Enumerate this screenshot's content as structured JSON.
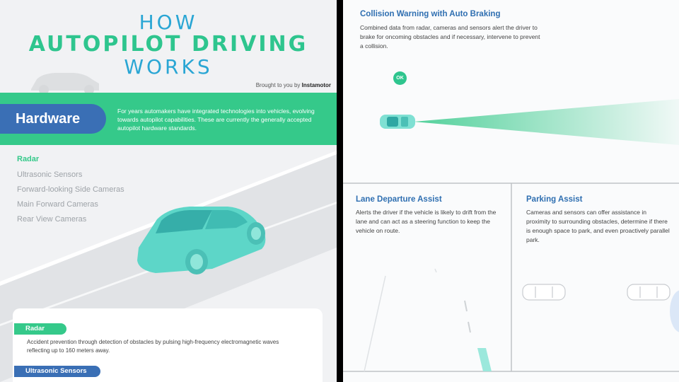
{
  "header": {
    "title_line1": "HOW",
    "title_line2": "AUTOPILOT DRIVING",
    "title_line3": "WORKS",
    "brought_by_prefix": "Brought to you by",
    "brought_by_brand": "Instamotor"
  },
  "hardware": {
    "label": "Hardware",
    "description": "For years automakers have integrated technologies into vehicles, evolving towards autopilot capabilities. These are currently the generally accepted autopilot hardware standards."
  },
  "features_list": [
    {
      "label": "Radar",
      "active": true
    },
    {
      "label": "Ultrasonic Sensors",
      "active": false
    },
    {
      "label": "Forward-looking Side Cameras",
      "active": false
    },
    {
      "label": "Main Forward Cameras",
      "active": false
    },
    {
      "label": "Rear View Cameras",
      "active": false
    }
  ],
  "detail_card": {
    "radar_label": "Radar",
    "radar_text": "Accident prevention through detection of obstacles by pulsing high-frequency electromagnetic waves reflecting up to 160 meters away.",
    "ultrasonic_label": "Ultrasonic Sensors"
  },
  "collision": {
    "title": "Collision Warning with Auto Braking",
    "text": "Combined data from radar, cameras and sensors alert the driver to brake for oncoming obstacles and if necessary, intervene to prevent a collision.",
    "status": "OK"
  },
  "lane": {
    "title": "Lane Departure Assist",
    "text": "Alerts the driver if the vehicle is likely to drift from the lane and can act as a steering function to keep the vehicle on route."
  },
  "parking": {
    "title": "Parking Assist",
    "text": "Cameras and sensors can offer assistance in proximity to surrounding obstacles, determine if there is enough space to park, and even proactively parallel park."
  },
  "colors": {
    "green": "#35c98a",
    "blue": "#3a6fb5",
    "teal": "#2aa6d4"
  }
}
